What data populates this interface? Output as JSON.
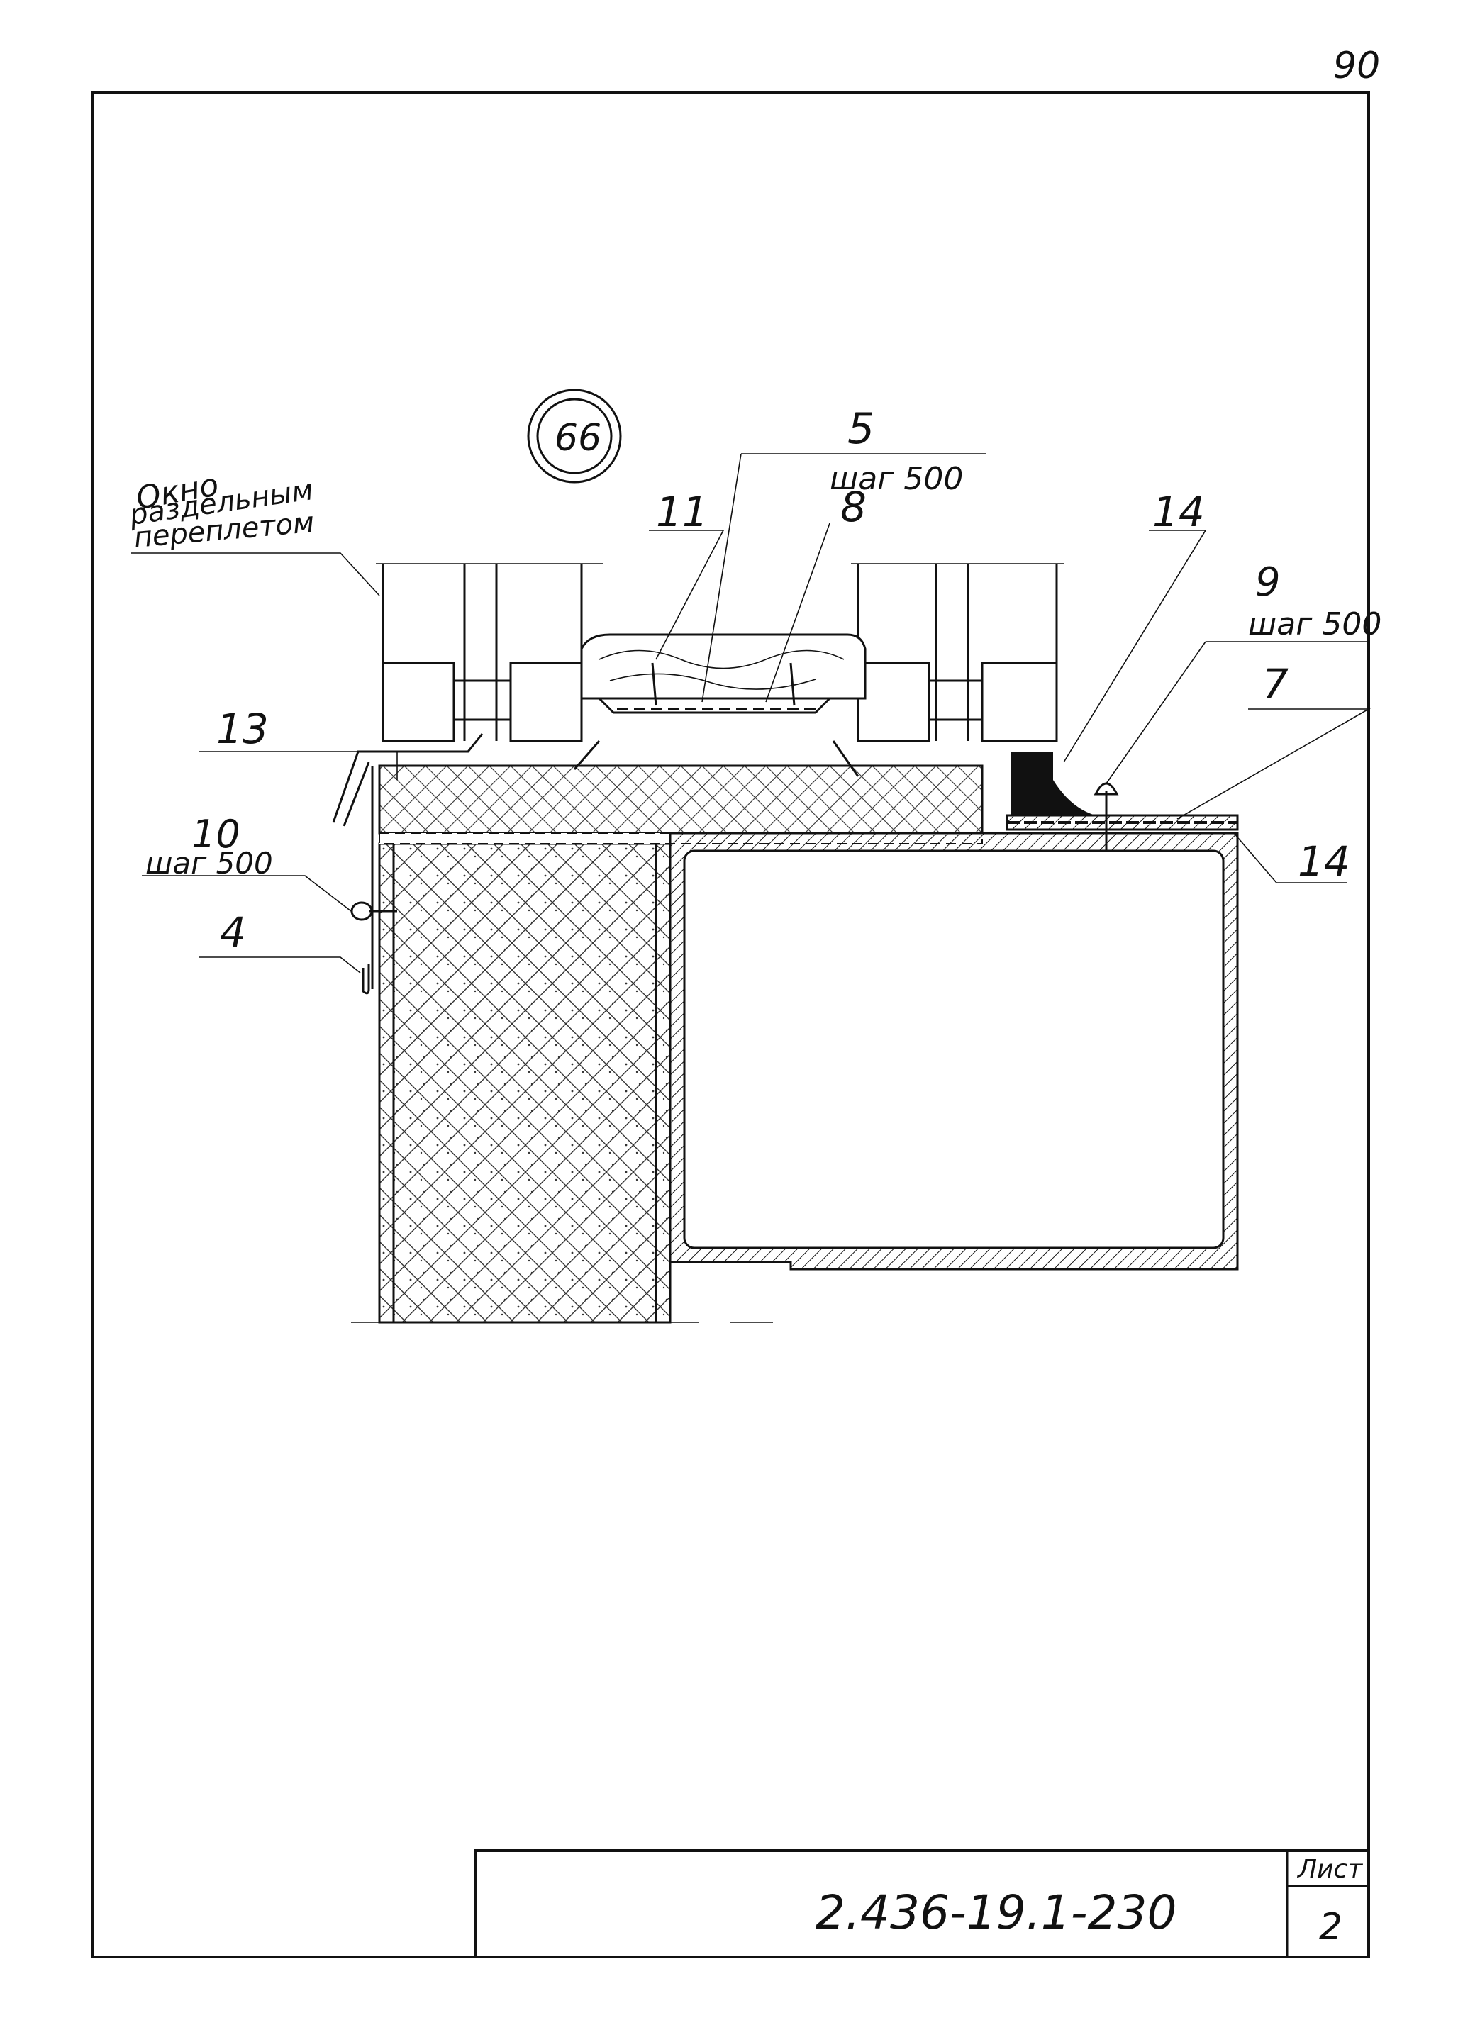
{
  "sheet": {
    "page_number": "90",
    "detail_marker": "66",
    "stamp": {
      "designation": "2.436-19.1-230",
      "sheet_label": "Лист",
      "sheet_number": "2"
    }
  },
  "callouts": {
    "window_note_line1": "Окно",
    "window_note_line2": "раздельным",
    "window_note_line3": "переплетом",
    "c5": "5",
    "c5_note": "шаг 500",
    "c8": "8",
    "c11": "11",
    "c14_top": "14",
    "c9": "9",
    "c9_note": "шаг 500",
    "c7": "7",
    "c13": "13",
    "c10": "10",
    "c10_note": "шаг 500",
    "c4": "4",
    "c14_bottom": "14"
  }
}
